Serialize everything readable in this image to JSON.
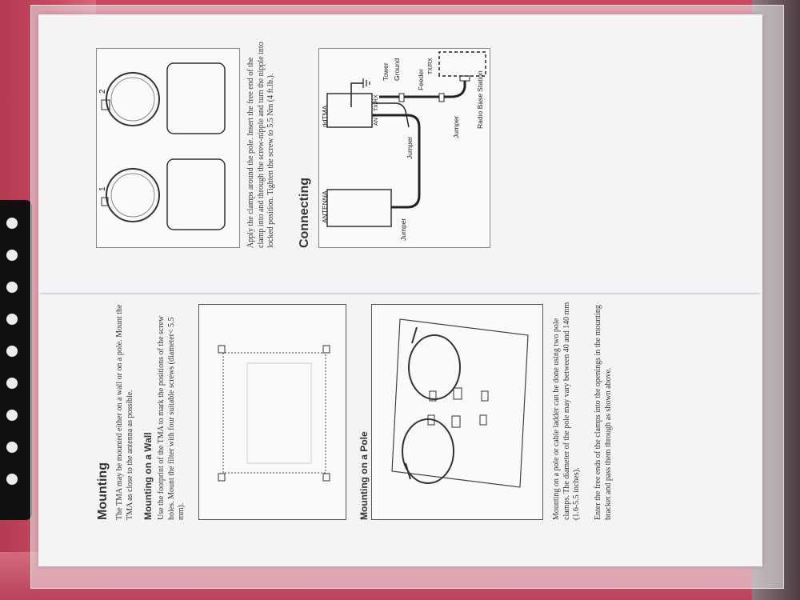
{
  "document": {
    "left_column": {
      "heading": "Mounting",
      "intro": "The TMA may be mounted either on a wall or on a pole. Mount the TMA as close to the antenna as possible.",
      "wall_heading": "Mounting on a Wall",
      "wall_text": "Use the footprint of the TMA to mark the positions of the screw holes. Mount the filter with four suitable screws (diameter< 5.5 mm).",
      "pole_heading": "Mounting on a Pole",
      "pole_text_1": "Mounting on a pole or cable ladder can be done using two pole clamps. The diameter of the pole may vary between 40 and 140 mm (1.6-5.5 inches).",
      "pole_text_2": "Enter the free ends of the clamps into the openings in the mounting bracket and pass them through as shown above."
    },
    "right_column": {
      "clamp_labels": [
        "1",
        "2"
      ],
      "clamp_text": "Apply the clamps around the pole. Insert the free end of the clamp into and through the screw-nipple and turn the nipple into locked position. Tighten the screw to 5.5 Nm (4 ft.lb.).",
      "connecting_heading": "Connecting",
      "diagram": {
        "antenna": "ANTENNA",
        "ddtma": "ddTMA",
        "jumper_labels": [
          "Jumper",
          "Jumper",
          "Jumper"
        ],
        "ant_port": "ANT",
        "txrx_port": "TX/RX",
        "tower": "Tower",
        "ground": "Ground",
        "feeder": "Feeder",
        "bs_port": "TX/RX",
        "radio_base_station": "Radio Base Station"
      }
    }
  }
}
